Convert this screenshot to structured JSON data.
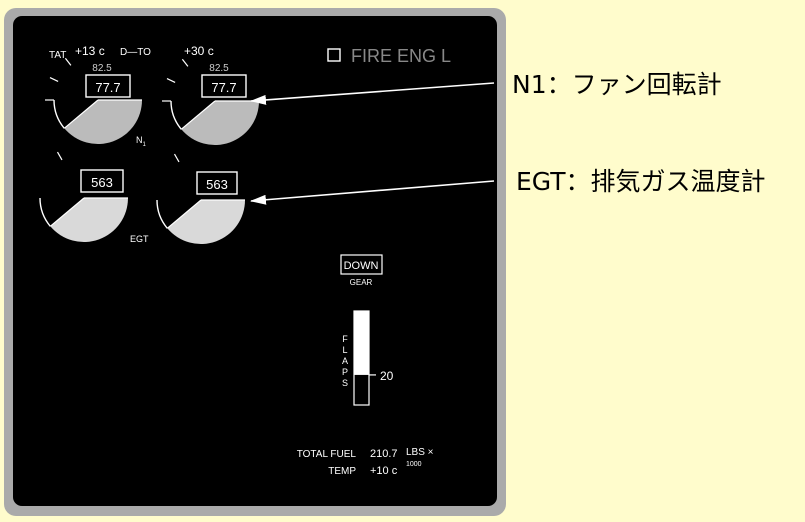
{
  "panel": {
    "tat_label": "TAT",
    "tat_value": "+13 c",
    "mode": "D—TO",
    "mode_value": "+30 c",
    "fire_label": "FIRE ENG L"
  },
  "n1": {
    "left_max": "82.5",
    "left_value": "77.7",
    "right_max": "82.5",
    "right_value": "77.7",
    "label": "N",
    "label_sub": "1"
  },
  "egt": {
    "left_value": "563",
    "right_value": "563",
    "label": "EGT"
  },
  "gear": {
    "status": "DOWN",
    "label": "GEAR"
  },
  "flaps": {
    "letters": [
      "F",
      "L",
      "A",
      "P",
      "S"
    ],
    "value": "20",
    "fill_fraction": 0.68
  },
  "fuel": {
    "total_label": "TOTAL FUEL",
    "total_value": "210.7",
    "unit": "LBS ×",
    "unit_sub": "1000",
    "temp_label": "TEMP",
    "temp_value": "+10 c"
  },
  "annotations": {
    "n1_text": "N1：ファン回転計",
    "egt_text": "EGT：排気ガス温度計"
  },
  "colors": {
    "background": "#fffccc",
    "bezel": "#aaaaaa",
    "screen": "#000000",
    "n1_fill": "#bbbbbb",
    "egt_fill": "#d9d9d9",
    "text_white": "#ffffff"
  }
}
